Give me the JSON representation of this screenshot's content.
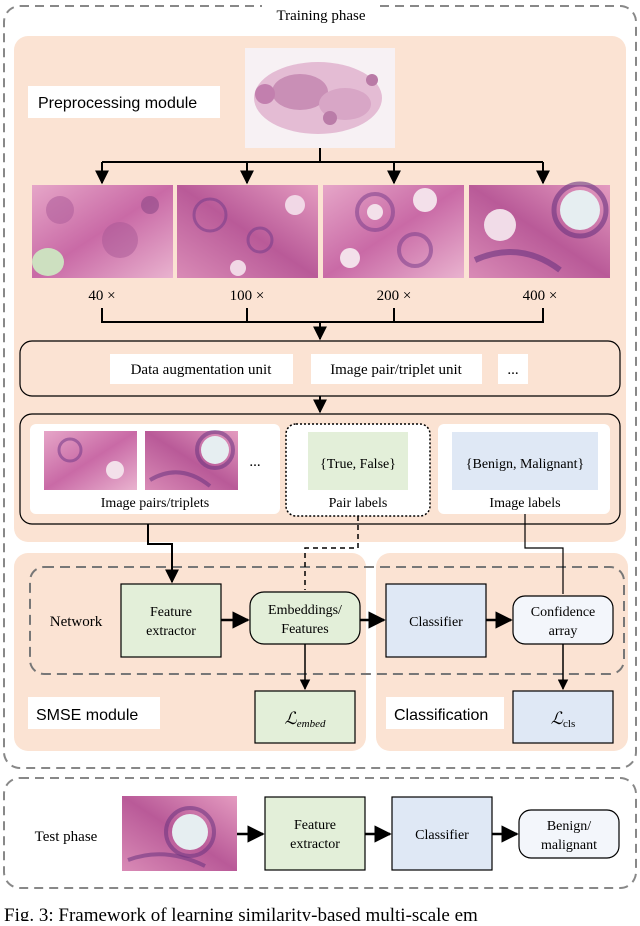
{
  "training": {
    "title": "Training phase",
    "preprocessing_label": "Preprocessing module",
    "magnifications": [
      "40 ×",
      "100 ×",
      "200 ×",
      "400 ×"
    ],
    "units": {
      "augmentation": "Data augmentation unit",
      "pair_triplet": "Image pair/triplet unit",
      "more": "..."
    },
    "panels": {
      "pairs_more": "...",
      "pairs_caption": "Image pairs/triplets",
      "pair_labels_value": "{True, False}",
      "pair_labels_caption": "Pair labels",
      "image_labels_value": "{Benign, Malignant}",
      "image_labels_caption": "Image labels"
    },
    "smse": {
      "network_label": "Network",
      "feature_extractor": [
        "Feature",
        "extractor"
      ],
      "embeddings": [
        "Embeddings/",
        "Features"
      ],
      "loss_embed": "embed",
      "module_label": "SMSE module"
    },
    "classification": {
      "classifier": "Classifier",
      "confidence": [
        "Confidence",
        "array"
      ],
      "loss_cls": "cls",
      "module_label": "Classification"
    }
  },
  "test": {
    "label": "Test phase",
    "feature_extractor": [
      "Feature",
      "extractor"
    ],
    "classifier": "Classifier",
    "output": [
      "Benign/",
      "malignant"
    ]
  },
  "caption": "Fig. 3: Framework of learning similarity-based multi-scale em",
  "colors": {
    "peach": "#fbe3d3",
    "green": "#e3efd9",
    "blue": "#dfe8f5",
    "white_blue": "#f3f6fb",
    "tissue_pink": "#d98bb6",
    "tissue_purple": "#7c3f8c"
  }
}
